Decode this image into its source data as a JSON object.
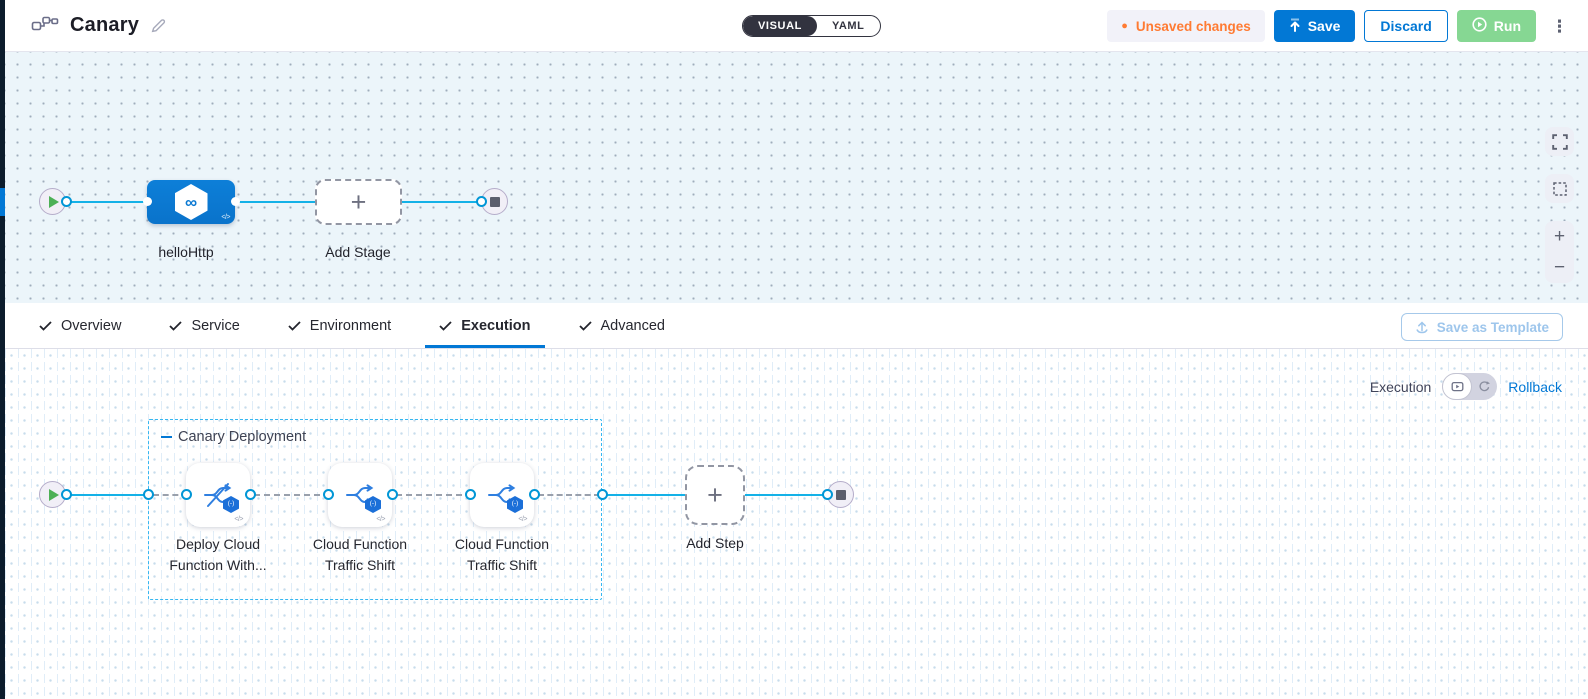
{
  "header": {
    "title": "Canary",
    "mode_toggle": {
      "visual_label": "VISUAL",
      "yaml_label": "YAML",
      "selected": "VISUAL"
    },
    "unsaved_badge": "Unsaved changes",
    "save_button": "Save",
    "discard_button": "Discard",
    "run_button": "Run"
  },
  "pipeline_canvas": {
    "stage_name": "helloHttp",
    "add_stage_label": "Add Stage"
  },
  "tabs": {
    "items": [
      {
        "label": "Overview",
        "active": false
      },
      {
        "label": "Service",
        "active": false
      },
      {
        "label": "Environment",
        "active": false
      },
      {
        "label": "Execution",
        "active": true
      },
      {
        "label": "Advanced",
        "active": false
      }
    ],
    "save_as_template": "Save as Template"
  },
  "execution_panel": {
    "mode_label": "Execution",
    "rollback_label": "Rollback",
    "group_title": "Canary Deployment",
    "steps": [
      {
        "line1": "Deploy Cloud",
        "line2": "Function With..."
      },
      {
        "line1": "Cloud Function",
        "line2": "Traffic Shift"
      },
      {
        "line1": "Cloud Function",
        "line2": "Traffic Shift"
      }
    ],
    "add_step_label": "Add Step"
  },
  "icons": {
    "plus": "+",
    "minus": "−",
    "kebab": "⋮",
    "infinity": "∞",
    "code_tag": "</>",
    "unsaved_dot": "●",
    "function_badge": "(-)"
  },
  "colors": {
    "primary_blue": "#0278d5",
    "flow_line_cyan": "#14b1e7",
    "unsaved_orange": "#ff7b33",
    "run_green": "#86d793",
    "stage_blue": "#0b79d2",
    "group_border_cyan": "#35b7f1",
    "mode_toggle_dark": "#32333f",
    "canvas_upper_bg": "#ecf5fa",
    "nav_strip_dark": "#0c1c2c"
  }
}
